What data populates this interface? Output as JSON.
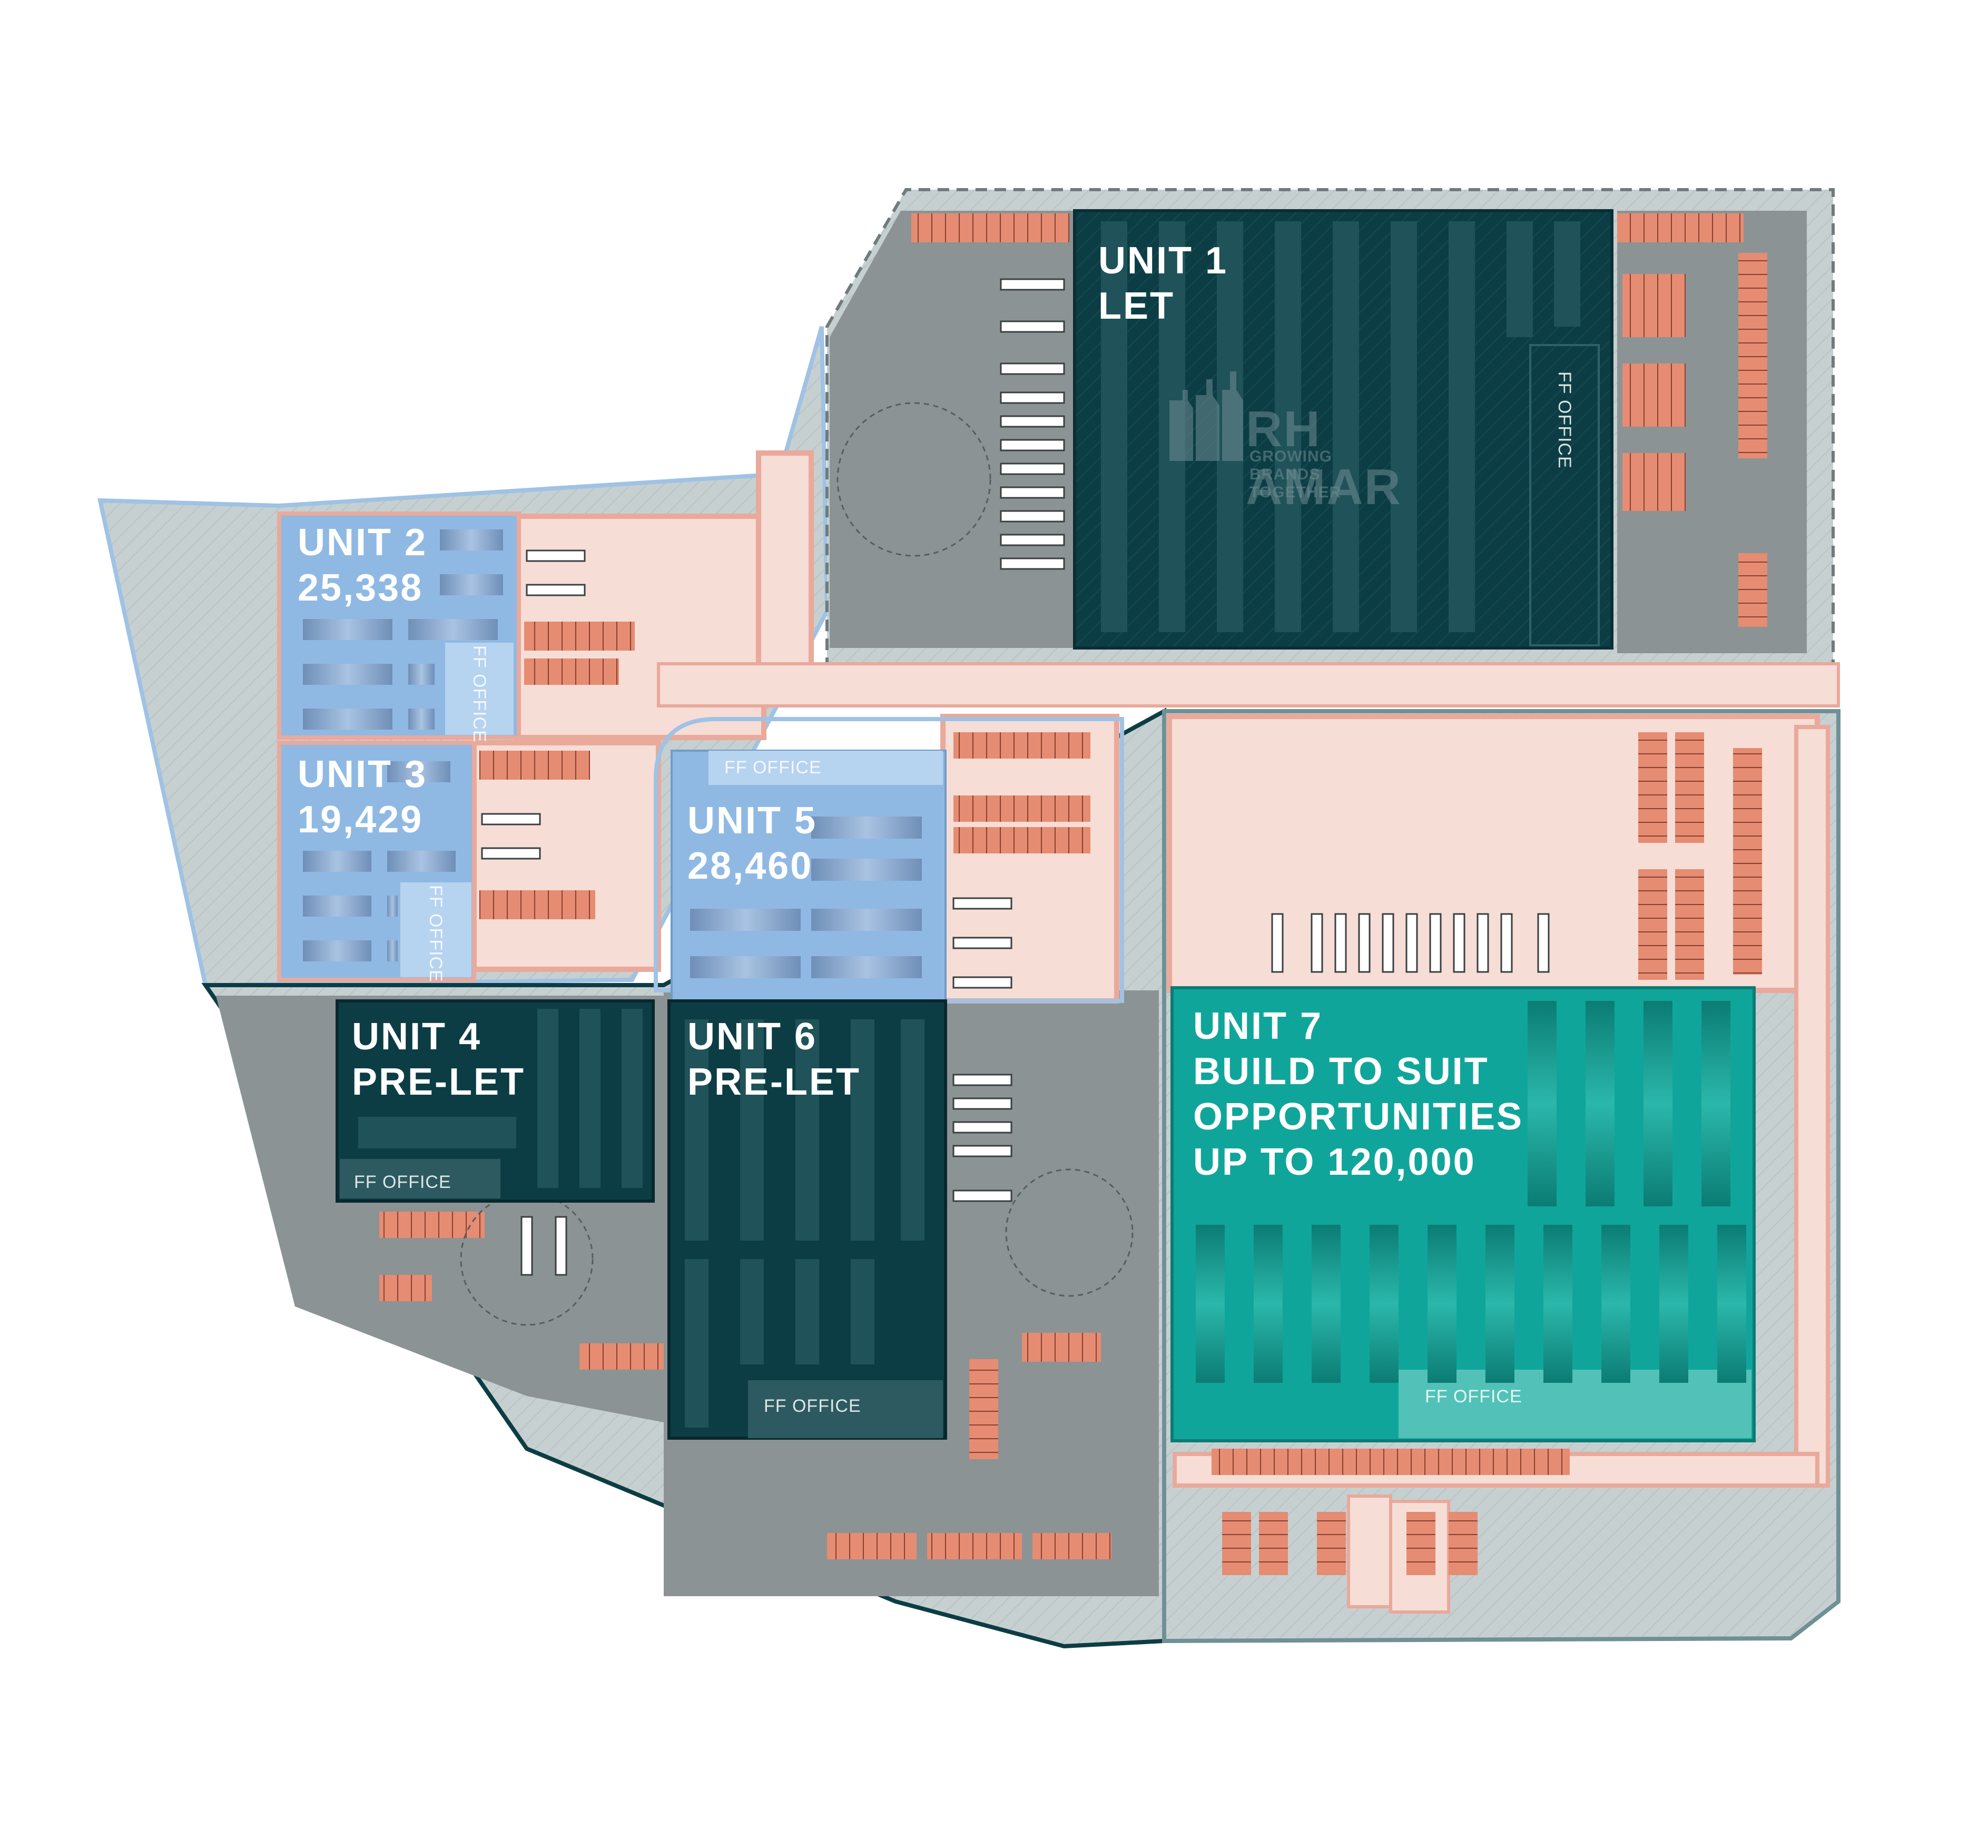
{
  "colors": {
    "landscape": "#c7d0d1",
    "yard_grey": "#8c9395",
    "road_pink": "#f6ddd6",
    "kerb_pink": "#e9a99b",
    "parking": "#e58c72",
    "unit_blue": "#8fb9e3",
    "unit_dark": "#0d3d44",
    "unit_teal": "#10a59a",
    "office_blue": "#b6d3ef",
    "office_teal": "#52c2b8",
    "boundary": "#0d3d44"
  },
  "units": [
    {
      "id": "unit-1",
      "line1": "UNIT 1",
      "line2": "LET",
      "status": "let",
      "office": "FF OFFICE"
    },
    {
      "id": "unit-2",
      "line1": "UNIT 2",
      "line2": "25,338",
      "status": "available",
      "office": "FF OFFICE"
    },
    {
      "id": "unit-3",
      "line1": "UNIT 3",
      "line2": "19,429",
      "status": "available",
      "office": "FF OFFICE"
    },
    {
      "id": "unit-4",
      "line1": "UNIT 4",
      "line2": "PRE-LET",
      "status": "pre-let",
      "office": "FF OFFICE"
    },
    {
      "id": "unit-5",
      "line1": "UNIT 5",
      "line2": "28,460",
      "status": "available",
      "office": "FF OFFICE"
    },
    {
      "id": "unit-6",
      "line1": "UNIT 6",
      "line2": "PRE-LET",
      "status": "pre-let",
      "office": "FF OFFICE"
    },
    {
      "id": "unit-7",
      "line1": "UNIT 7",
      "line2": "BUILD TO SUIT",
      "line3": "OPPORTUNITIES",
      "line4": "UP TO 120,000",
      "status": "build-to-suit",
      "office": "FF OFFICE"
    }
  ],
  "tenant_logo": {
    "name": "RH AMAR",
    "tagline": "GROWING BRANDS TOGETHER",
    "icon": "bottles-logo-icon"
  }
}
